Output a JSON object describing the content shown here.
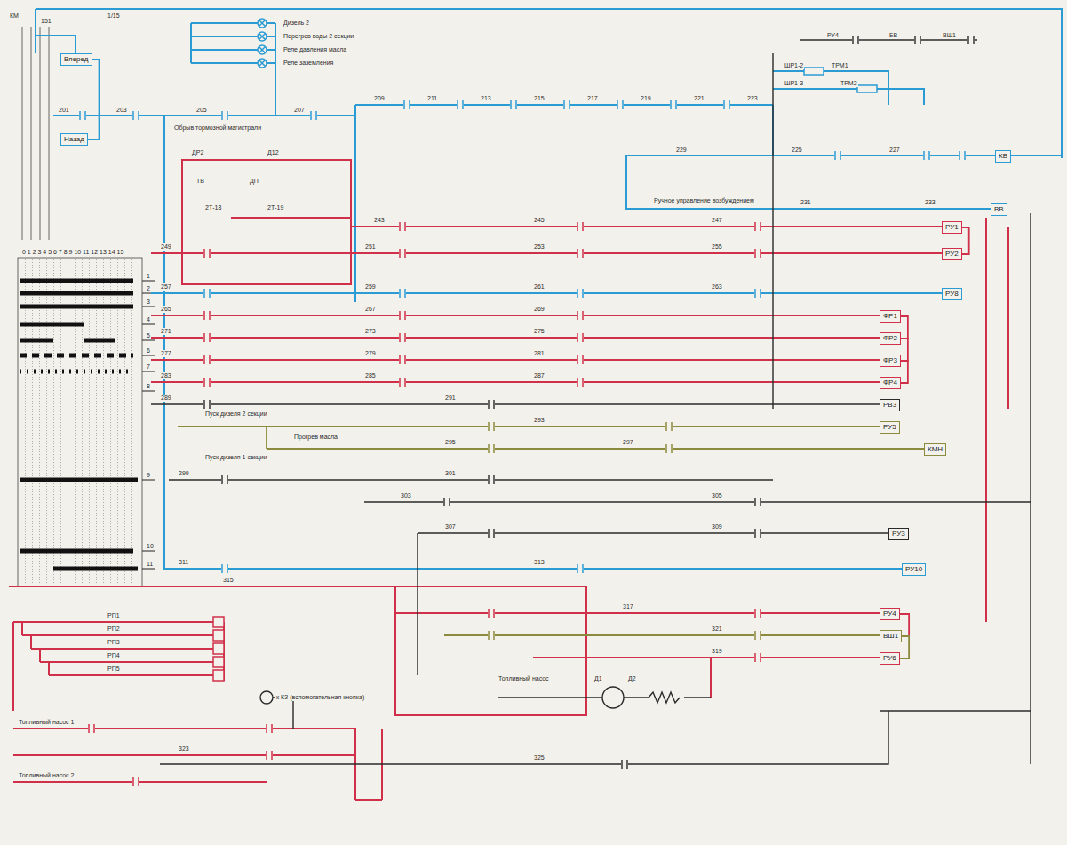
{
  "diagram": {
    "nodes": [
      {
        "text": [
          "Вперед"
        ]
      },
      {
        "text": [
          "Назад"
        ]
      },
      {
        "text": [
          "КВ"
        ]
      },
      {
        "text": [
          "ВВ"
        ]
      },
      {
        "text": [
          "РУ1"
        ]
      },
      {
        "text": [
          "РУ2"
        ]
      },
      {
        "text": [
          "РУ8"
        ]
      },
      {
        "text": [
          "ФР1"
        ]
      },
      {
        "text": [
          "ФР2"
        ]
      },
      {
        "text": [
          "ФР3"
        ]
      },
      {
        "text": [
          "ФР4"
        ]
      },
      {
        "text": [
          "РВ3"
        ]
      },
      {
        "text": [
          "РУ5"
        ]
      },
      {
        "text": [
          "КМН"
        ]
      },
      {
        "text": [
          "РУ10"
        ]
      },
      {
        "text": [
          "РУ4"
        ]
      },
      {
        "text": [
          "ВШ1"
        ]
      },
      {
        "text": [
          "РУ6"
        ]
      },
      {
        "text": [
          "РУ3"
        ]
      }
    ],
    "edges": [
      {
        "from": 0,
        "to": 1,
        "arrow": "none"
      },
      {
        "from": 4,
        "to": 5,
        "arrow": "none"
      },
      {
        "from": 7,
        "to": 8,
        "arrow": "none"
      },
      {
        "from": 8,
        "to": 9,
        "arrow": "none"
      },
      {
        "from": 9,
        "to": 10,
        "arrow": "none"
      },
      {
        "from": 15,
        "to": 16,
        "arrow": "none"
      },
      {
        "from": 16,
        "to": 17,
        "arrow": "none"
      }
    ],
    "labels": [
      "КМ",
      "151",
      "1/15",
      "Дизель 2",
      "Перегрев воды 2 секции",
      "Реле давления масла",
      "Реле заземления",
      "Обрыв тормозной магистрали",
      "201",
      "203",
      "205",
      "207",
      "209",
      "211",
      "213",
      "215",
      "217",
      "219",
      "221",
      "223",
      "ШР1-2",
      "ТРМ1",
      "ШР1-3",
      "ТРМ2",
      "РУ4",
      "БВ",
      "ВШ1",
      "225",
      "227",
      "229",
      "Ручное управление возбуждением",
      "231",
      "233",
      "ДР2",
      "Д12",
      "ТВ",
      "ДП",
      "2Т-18",
      "2Т-19",
      "243",
      "245",
      "247",
      "249",
      "251",
      "253",
      "255",
      "257",
      "259",
      "261",
      "263",
      "265",
      "267",
      "269",
      "271",
      "273",
      "275",
      "277",
      "279",
      "281",
      "283",
      "285",
      "287",
      "289",
      "291",
      "Пуск дизеля 2 секции",
      "293",
      "Прогрев масла",
      "295",
      "297",
      "Пуск дизеля 1 секции",
      "299",
      "301",
      "303",
      "305",
      "307",
      "309",
      "311",
      "313",
      "315",
      "317",
      "321",
      "319",
      "к КЗ (вспомогательная кнопка)",
      "Топливный насос",
      "Д1",
      "Д2",
      "Топливный насос 1",
      "323",
      "325",
      "Топливный насос 2",
      "РП1",
      "РП2",
      "РП3",
      "РП4",
      "РП5",
      "0 1 2 3 4 5 6 7 8 9 10 11 12 13 14 15",
      "1",
      "2",
      "3",
      "4",
      "5",
      "6",
      "7",
      "8",
      "9",
      "10",
      "11"
    ]
  }
}
